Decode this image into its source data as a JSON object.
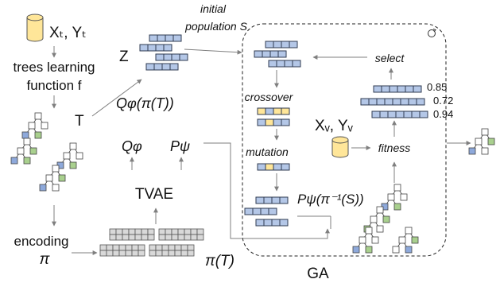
{
  "labels": {
    "xt_yt": "Xₜ, Yₜ",
    "trees_learning_line1": "trees learning",
    "trees_learning_line2": "function f",
    "z": "Z",
    "initial_population_line1": "initial",
    "initial_population_line2": "population S",
    "t": "T",
    "q_pi_t": "Qφ(π(T))",
    "q_phi": "Qφ",
    "p_psi": "Pψ",
    "tvae": "TVAE",
    "encoding": "encoding",
    "pi": "π",
    "pi_t": "π(T)",
    "crossover": "crossover",
    "mutation": "mutation",
    "select": "select",
    "xv_yv": "Xᵥ, Yᵥ",
    "fitness": "fitness",
    "p_psi_inv": "Pψ(π⁻¹(S))",
    "ga": "GA"
  },
  "fitness_scores": [
    "0.85",
    "0.72",
    "0.94"
  ],
  "colors": {
    "vector_blue": "#b4c7e7",
    "vector_yellow": "#ffe699",
    "database": "#ffe699",
    "leaf_blue": "#8ea9db",
    "leaf_green": "#a9d08e",
    "encoding_grid": "#d9d9d9",
    "arrow": "#7f7f7f"
  }
}
